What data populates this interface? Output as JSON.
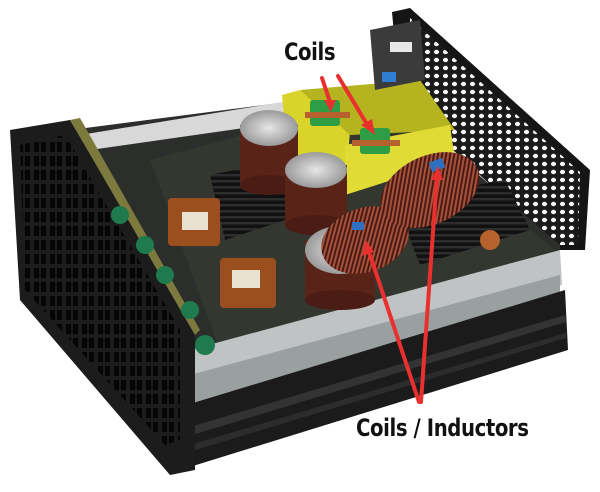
{
  "image": {
    "subject": "PSU (power supply unit) with cover removed showing internal components",
    "annotation_color": "#e8302f",
    "label_color": "#111111"
  },
  "annotations": [
    {
      "id": "coils",
      "text": "Coils",
      "targets": 2
    },
    {
      "id": "coils-inductors",
      "text": "Coils / Inductors",
      "targets": 2
    }
  ],
  "components": {
    "chassis": "black perforated steel case",
    "capacitors": "large brown electrolytic capacitors",
    "heatsinks": "black finned heatsinks",
    "transformers": "orange-wound transformers",
    "modular_panel": "black modular connector panel"
  }
}
